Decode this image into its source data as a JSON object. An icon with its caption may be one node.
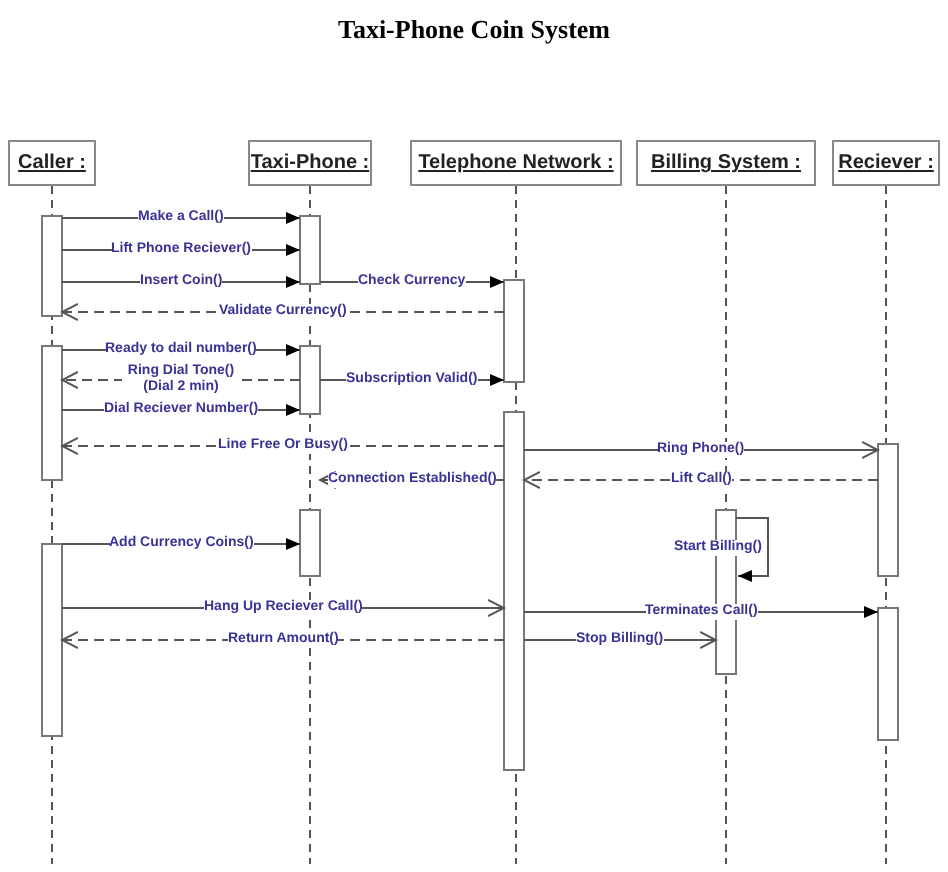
{
  "diagram": {
    "title": "Taxi-Phone Coin System",
    "nodes": [
      {
        "text": [
          "Caller :"
        ]
      },
      {
        "text": [
          "Taxi-Phone :"
        ]
      },
      {
        "text": [
          "Telephone Network :"
        ]
      },
      {
        "text": [
          "Billing System :"
        ]
      },
      {
        "text": [
          "Reciever :"
        ]
      },
      {
        "text": [],
        "shape": "bar"
      },
      {
        "text": [],
        "shape": "bar"
      },
      {
        "text": [],
        "shape": "bar"
      },
      {
        "text": [],
        "shape": "bar"
      },
      {
        "text": [],
        "shape": "bar"
      },
      {
        "text": [],
        "shape": "bar"
      },
      {
        "text": [],
        "shape": "bar"
      },
      {
        "text": [],
        "shape": "bar"
      },
      {
        "text": [],
        "shape": "bar"
      },
      {
        "text": [],
        "shape": "bar"
      },
      {
        "text": [],
        "shape": "bar"
      }
    ],
    "edges": [
      {
        "from": 5,
        "to": 6,
        "arrow": "to",
        "label": "Make a Call()"
      },
      {
        "from": 5,
        "to": 6,
        "arrow": "to",
        "label": "Lift Phone Reciever()"
      },
      {
        "from": 5,
        "to": 6,
        "arrow": "to",
        "label": "Insert Coin()"
      },
      {
        "from": 6,
        "to": 7,
        "arrow": "to",
        "label": "Check Currency"
      },
      {
        "from": 7,
        "to": 5,
        "arrow": "to",
        "label": "Validate Currency()",
        "style": "dashed"
      },
      {
        "from": 8,
        "to": 9,
        "arrow": "to",
        "label": "Ready to dail number()"
      },
      {
        "from": 9,
        "to": 8,
        "arrow": "to",
        "label": "Ring Dial Tone() (Dial 2 min)",
        "style": "dashed"
      },
      {
        "from": 9,
        "to": 7,
        "arrow": "to",
        "label": "Subscription Valid()"
      },
      {
        "from": 8,
        "to": 9,
        "arrow": "to",
        "label": "Dial Reciever Number()"
      },
      {
        "from": 10,
        "to": 8,
        "arrow": "to",
        "label": "Line Free Or Busy()",
        "style": "dashed"
      },
      {
        "from": 10,
        "to": 11,
        "arrow": "to",
        "label": "Ring Phone()"
      },
      {
        "from": 11,
        "to": 10,
        "arrow": "to",
        "label": "Lift Call()",
        "style": "dashed"
      },
      {
        "from": 10,
        "to": 12,
        "arrow": "to",
        "label": "Connection Established()",
        "style": "dashed"
      },
      {
        "from": 14,
        "to": 12,
        "arrow": "to",
        "label": "Add Currency Coins()"
      },
      {
        "from": 13,
        "to": 13,
        "arrow": "to",
        "label": "Start Billing()"
      },
      {
        "from": 14,
        "to": 10,
        "arrow": "to",
        "label": "Hang Up Reciever Call()"
      },
      {
        "from": 10,
        "to": 15,
        "arrow": "to",
        "label": "Terminates Call()"
      },
      {
        "from": 10,
        "to": 14,
        "arrow": "to",
        "label": "Return Amount()",
        "style": "dashed"
      },
      {
        "from": 10,
        "to": 13,
        "arrow": "to",
        "label": "Stop Billing()"
      }
    ]
  }
}
